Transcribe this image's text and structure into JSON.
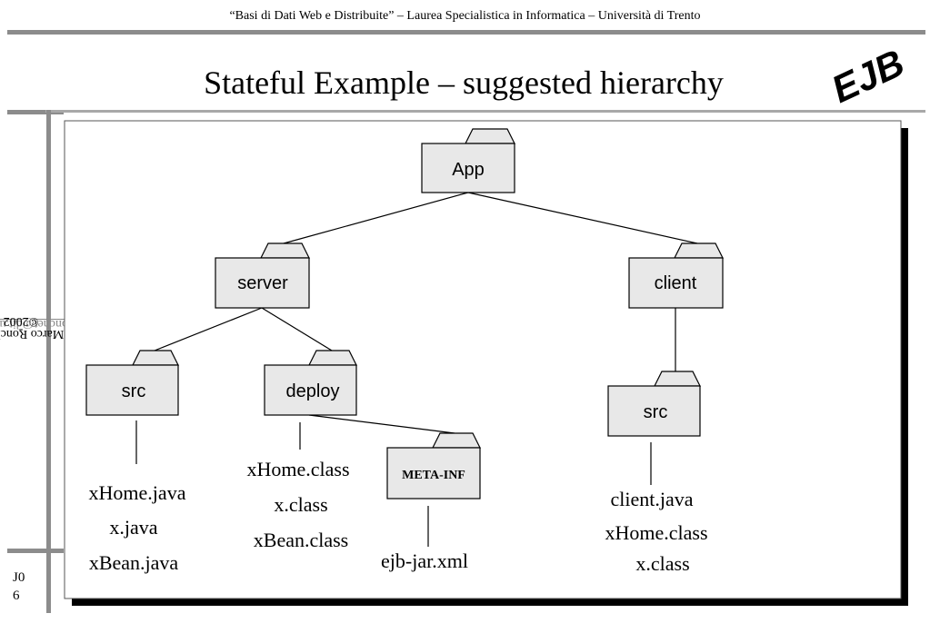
{
  "header": {
    "course": "“Basi di Dati Web e Distribuite” – Laurea Specialistica in Informatica – Università di Trento",
    "title": "Stateful Example – suggested hierarchy",
    "logo_text": "EJB"
  },
  "sidebar": {
    "author": "Marco Ronchetti",
    "separator": "-",
    "email": "ronchet@dit.unitn.it",
    "copyright": "©2002",
    "slide_code_line1": "J0",
    "slide_code_line2": "6"
  },
  "folders": {
    "app": "App",
    "server": "server",
    "client": "client",
    "src_server": "src",
    "deploy": "deploy",
    "meta_inf": "META-INF",
    "src_client": "src"
  },
  "files": {
    "src_server": [
      "xHome.java",
      "x.java",
      "xBean.java"
    ],
    "deploy": [
      "xHome.class",
      "x.class",
      "xBean.class"
    ],
    "meta_inf": [
      "ejb-jar.xml"
    ],
    "src_client": [
      "client.java",
      "xHome.class",
      "x.class"
    ]
  }
}
